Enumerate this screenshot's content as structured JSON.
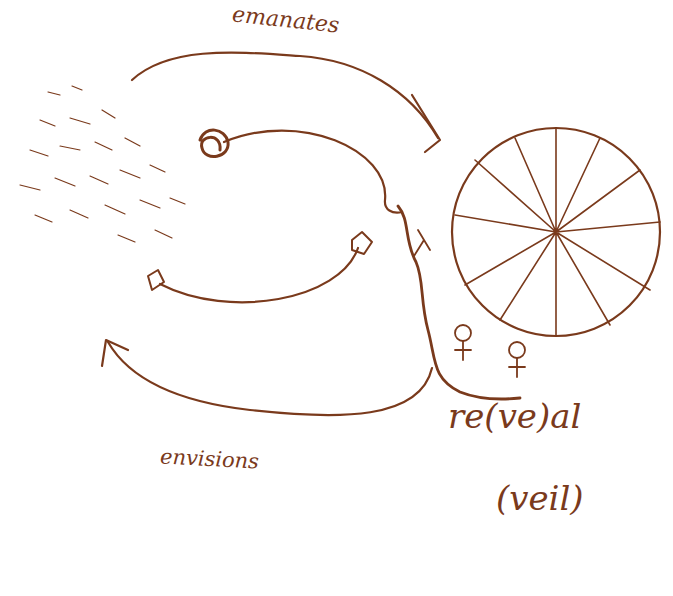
{
  "diagram": {
    "labels": [
      "emanates",
      "envisions",
      "re(ve)al",
      "(veil)"
    ]
  }
}
